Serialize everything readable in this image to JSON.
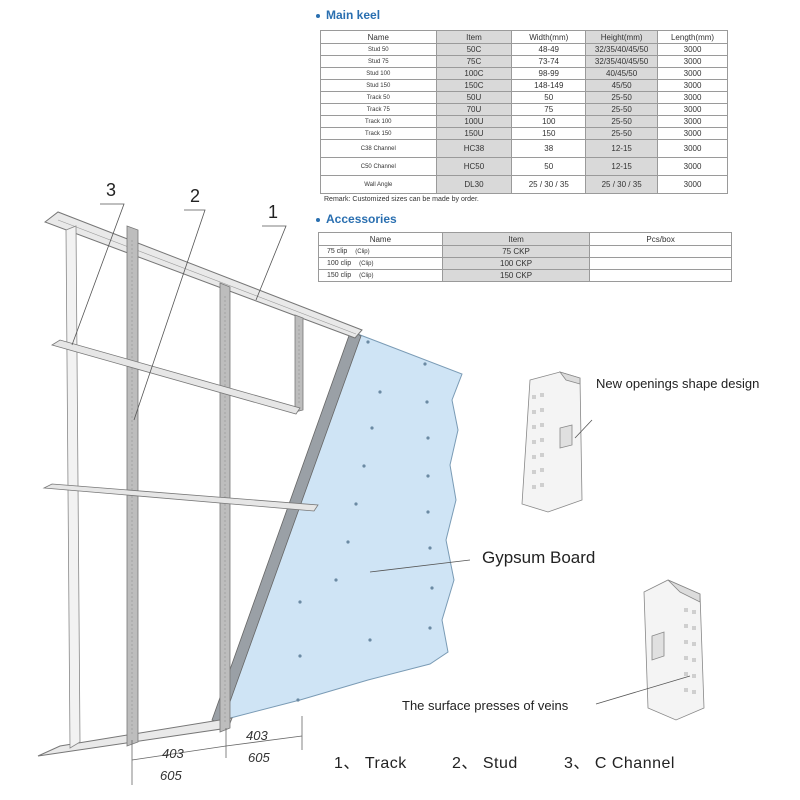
{
  "main_keel": {
    "title": "Main keel",
    "headers": [
      "Name",
      "Item",
      "Width(mm)",
      "Height(mm)",
      "Length(mm)"
    ],
    "rows": [
      [
        "Stud  50",
        "50C",
        "48-49",
        "32/35/40/45/50",
        "3000"
      ],
      [
        "Stud  75",
        "75C",
        "73-74",
        "32/35/40/45/50",
        "3000"
      ],
      [
        "Stud  100",
        "100C",
        "98-99",
        "40/45/50",
        "3000"
      ],
      [
        "Stud  150",
        "150C",
        "148-149",
        "45/50",
        "3000"
      ],
      [
        "Track  50",
        "50U",
        "50",
        "25-50",
        "3000"
      ],
      [
        "Track  75",
        "70U",
        "75",
        "25-50",
        "3000"
      ],
      [
        "Track  100",
        "100U",
        "100",
        "25-50",
        "3000"
      ],
      [
        "Track  150",
        "150U",
        "150",
        "25-50",
        "3000"
      ],
      [
        "C38 Channel",
        "HC38",
        "38",
        "12-15",
        "3000"
      ],
      [
        "C50 Channel",
        "HC50",
        "50",
        "12-15",
        "3000"
      ],
      [
        "Wall Angle",
        "DL30",
        "25 / 30 / 35",
        "25 / 30 / 35",
        "3000"
      ]
    ],
    "remark": "Remark:  Customized sizes can be made by order."
  },
  "accessories": {
    "title": "Accessories",
    "headers": [
      "Name",
      "Item",
      "Pcs/box"
    ],
    "rows": [
      [
        "75 clip",
        "(Clip)",
        "75 CKP",
        ""
      ],
      [
        "100 clip",
        "(Clip)",
        "100 CKP",
        ""
      ],
      [
        "150 clip",
        "(Clip)",
        "150 CKP",
        ""
      ]
    ]
  },
  "diagram": {
    "callout_numbers": [
      "1",
      "2",
      "3"
    ],
    "label_openings": "New openings shape design",
    "label_board": "Gypsum Board",
    "label_veins": "The surface presses of veins",
    "dimensions": [
      "403",
      "605",
      "403",
      "605"
    ]
  },
  "legend": {
    "item1": "1、 Track",
    "item2": "2、 Stud",
    "item3": "3、 C Channel"
  },
  "colors": {
    "accent": "#2a6fb0",
    "board": "#cfe4f5",
    "table_shade": "#d9d9d9",
    "frame": "#8a8a8a"
  }
}
